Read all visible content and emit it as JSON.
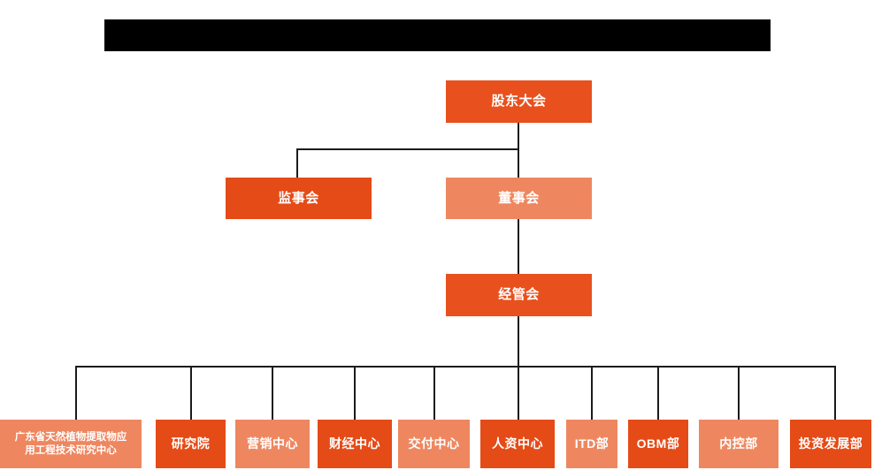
{
  "header": {
    "redacted_bar": true,
    "title_text": ""
  },
  "colors": {
    "vivid_orange": "#e8511e",
    "deep_orange": "#e54b17",
    "salmon_orange": "#ee8760",
    "line": "#1b1b1b",
    "background": "#ffffff",
    "redaction": "#000000",
    "text": "#ffffff"
  },
  "chart": {
    "type": "org-chart",
    "levels": [
      {
        "name": "level-1",
        "nodes": [
          {
            "id": "shareholders",
            "label": "股东大会",
            "tone": "vivid"
          }
        ]
      },
      {
        "name": "level-2",
        "nodes": [
          {
            "id": "supervisors",
            "label": "监事会",
            "tone": "deep"
          },
          {
            "id": "directors",
            "label": "董事会",
            "tone": "salmon"
          }
        ]
      },
      {
        "name": "level-3",
        "nodes": [
          {
            "id": "management",
            "label": "经管会",
            "tone": "vivid"
          }
        ]
      },
      {
        "name": "level-4",
        "nodes": [
          {
            "id": "research-center",
            "label": "广东省天然植物提取物应用工程技术研究中心",
            "label_line1": "广东省天然植物提取物应",
            "label_line2": "用工程技术研究中心",
            "tone": "salmon"
          },
          {
            "id": "institute",
            "label": "研究院",
            "tone": "deep"
          },
          {
            "id": "marketing-center",
            "label": "营销中心",
            "tone": "salmon"
          },
          {
            "id": "finance-center",
            "label": "财经中心",
            "tone": "deep"
          },
          {
            "id": "delivery-center",
            "label": "交付中心",
            "tone": "salmon"
          },
          {
            "id": "hr-center",
            "label": "人资中心",
            "tone": "deep"
          },
          {
            "id": "itd-dept",
            "label": "ITD部",
            "tone": "salmon"
          },
          {
            "id": "obm-dept",
            "label": "OBM部",
            "tone": "deep"
          },
          {
            "id": "internal-control-dept",
            "label": "内控部",
            "tone": "salmon"
          },
          {
            "id": "investment-development-dept",
            "label": "投资发展部",
            "tone": "deep"
          }
        ]
      }
    ]
  }
}
